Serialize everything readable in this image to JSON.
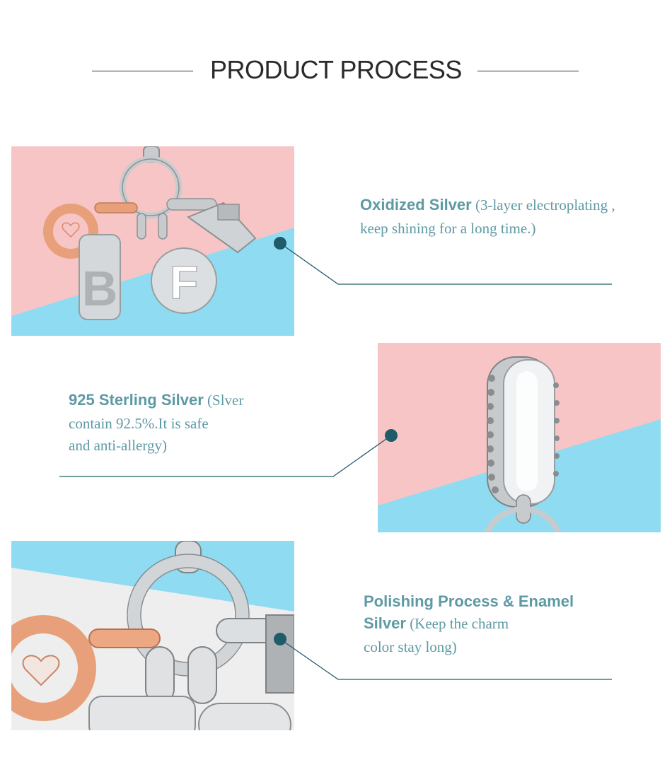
{
  "header": {
    "title": "PRODUCT PROCESS"
  },
  "sections": [
    {
      "title": "Oxidized Silver",
      "body_1": " (3-layer electroplating ,",
      "body_2": "keep shining for a long time.)"
    },
    {
      "title": "925 Sterling Silver",
      "body_1": " (Slver",
      "body_2": "contain 92.5%.It is safe",
      "body_3": "and anti-allergy)"
    },
    {
      "title_1": "Polishing Process & Enamel",
      "title_2": "Silver",
      "body_1": " (Keep the charm",
      "body_2": "color stay long)"
    }
  ],
  "colors": {
    "accent": "#5e9aa4",
    "marker": "#1f5b68",
    "pink": "#f7c5c5",
    "blue": "#8fdcf2"
  }
}
